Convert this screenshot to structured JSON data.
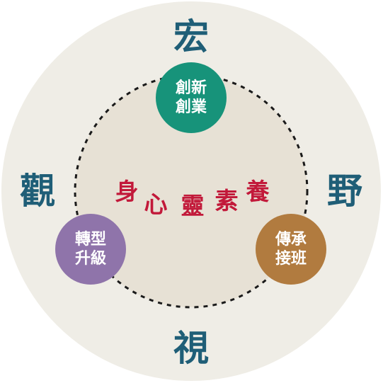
{
  "outer_labels": {
    "top": "宏",
    "left": "觀",
    "right": "野",
    "bottom": "視"
  },
  "nodes": {
    "top": {
      "line1": "創新",
      "line2": "創業",
      "color": "#17937a"
    },
    "left": {
      "line1": "轉型",
      "line2": "升級",
      "color": "#8f74aa"
    },
    "right": {
      "line1": "傳承",
      "line2": "接班",
      "color": "#b17b3f"
    }
  },
  "center_chars": [
    "身",
    "心",
    "靈",
    "素",
    "養"
  ],
  "colors": {
    "outer_circle": "#efede6",
    "inner_circle": "#e7e1d5",
    "dashed_ring": "#1a1a1a",
    "outer_text": "#1f5e77",
    "center_text": "#c2193a"
  }
}
